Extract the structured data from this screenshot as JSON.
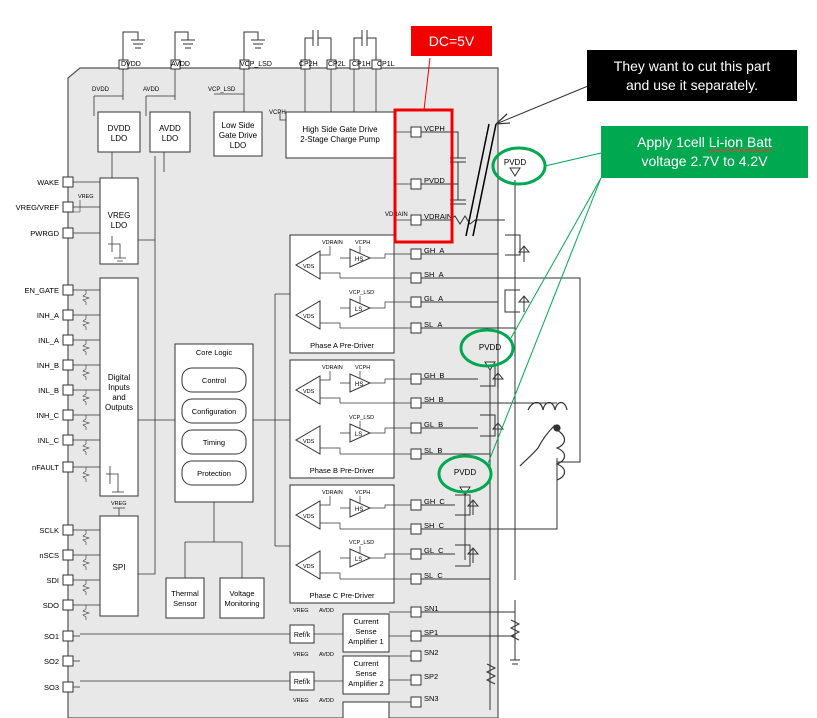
{
  "callouts": {
    "dc": "DC=5V",
    "cut_line1": "They want to cut this part",
    "cut_line2": "and use it separately.",
    "batt_line1_a": "Apply 1cell ",
    "batt_line1_b": "Li-ion Batt",
    "batt_line2": "voltage 2.7V to 4.2V"
  },
  "top_pins": {
    "dvdd": "DVDD",
    "avdd": "AVDD",
    "vcp_lsd": "VCP_LSD",
    "cp2h": "CP2H",
    "cp2l": "CP2L",
    "cp1h": "CP1H",
    "cp1l": "CP1L"
  },
  "inner_labels": {
    "dvdd": "DVDD",
    "avdd": "AVDD",
    "vcp_lsd": "VCP_LSD",
    "vcph": "VCPH",
    "vreg": "VREG",
    "vdrain": "VDRAIN"
  },
  "blocks": {
    "dvdd_ldo": [
      "DVDD",
      "LDO"
    ],
    "avdd_ldo": [
      "AVDD",
      "LDO"
    ],
    "lsgd_ldo": [
      "Low Side",
      "Gate Drive",
      "LDO"
    ],
    "charge_pump": [
      "High Side Gate Drive",
      "2-Stage Charge Pump"
    ],
    "vreg_ldo": [
      "VREG",
      "LDO"
    ],
    "digital_io": [
      "Digital",
      "Inputs",
      "and",
      "Outputs"
    ],
    "spi": "SPI",
    "core_logic": "Core Logic",
    "control": "Control",
    "configuration": "Configuration",
    "timing": "Timing",
    "protection": "Protection",
    "thermal": [
      "Thermal",
      "Sensor"
    ],
    "voltage_mon": [
      "Voltage",
      "Monitoring"
    ],
    "phase_a": "Phase A Pre-Driver",
    "phase_b": "Phase B Pre-Driver",
    "phase_c": "Phase C Pre-Driver",
    "csa1": [
      "Current",
      "Sense",
      "Amplifier 1"
    ],
    "csa2": [
      "Current",
      "Sense",
      "Amplifier 2"
    ],
    "ref": "Ref/k"
  },
  "predriver_labels": {
    "vdrain": "VDRAIN",
    "vcph": "VCPH",
    "vcp_lsd": "VCP_LSD",
    "hs": "HS",
    "ls": "LS",
    "vds": "VDS"
  },
  "left_pins": [
    "WAKE",
    "VREG/VREF",
    "PWRGD",
    "EN_GATE",
    "INH_A",
    "INL_A",
    "INH_B",
    "INL_B",
    "INH_C",
    "INL_C",
    "nFAULT",
    "SCLK",
    "nSCS",
    "SDI",
    "SDO",
    "SO1",
    "SO2",
    "SO3"
  ],
  "right_pins": [
    "VCPH",
    "PVDD",
    "VDRAIN",
    "GH_A",
    "SH_A",
    "GL_A",
    "SL_A",
    "GH_B",
    "SH_B",
    "GL_B",
    "SL_B",
    "GH_C",
    "SH_C",
    "GL_C",
    "SL_C",
    "SN1",
    "SP1",
    "SN2",
    "SP2",
    "SN3"
  ],
  "pvdd": "PVDD",
  "colors": {
    "chip": "#e8e8e8",
    "red": "#f20000",
    "green": "#00a84f",
    "black": "#000000",
    "line": "#333333"
  }
}
